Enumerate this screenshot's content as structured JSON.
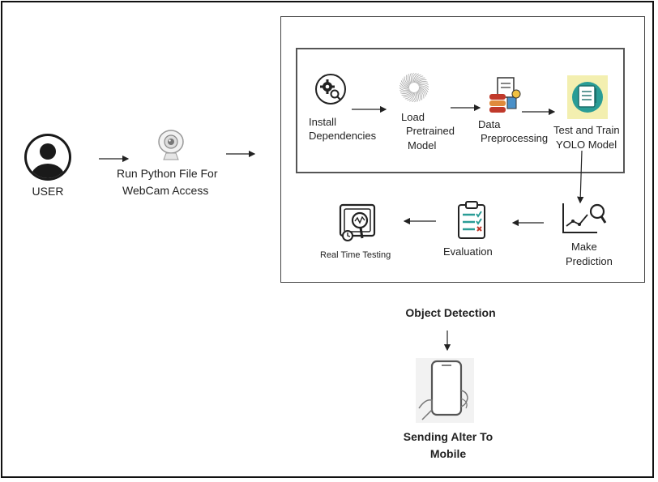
{
  "user": {
    "label": "USER",
    "icon": "user-icon"
  },
  "webcam": {
    "label_line1": "Run Python File For",
    "label_line2": "WebCam Access",
    "icon": "webcam-icon"
  },
  "pipeline": {
    "install": {
      "line1": "Install",
      "line2": "Dependencies",
      "icon": "gears-icon"
    },
    "load": {
      "line1": "Load",
      "line2": "Pretrained",
      "line3": "Model",
      "icon": "network-burst-icon"
    },
    "data": {
      "line1": "Data",
      "line2": "Preprocessing",
      "icon": "database-document-icon"
    },
    "train": {
      "line1": "Test and Train",
      "line2": "YOLO Model",
      "icon": "document-checklist-icon"
    },
    "predict": {
      "line1": "Make",
      "line2": "Prediction",
      "icon": "chart-search-icon"
    },
    "evaluation": {
      "line1": "Evaluation",
      "icon": "clipboard-check-icon"
    },
    "realtime": {
      "line1": "Real Time Testing",
      "icon": "monitor-search-icon"
    }
  },
  "object_detection": {
    "label": "Object Detection"
  },
  "mobile": {
    "line1": "Sending Alter To",
    "line2": "Mobile",
    "icon": "mobile-phone-icon"
  },
  "colors": {
    "train_icon_bg": "#f3efb0",
    "train_icon_accent": "#2a9d96",
    "data_icon_accent": "#c0392b"
  }
}
